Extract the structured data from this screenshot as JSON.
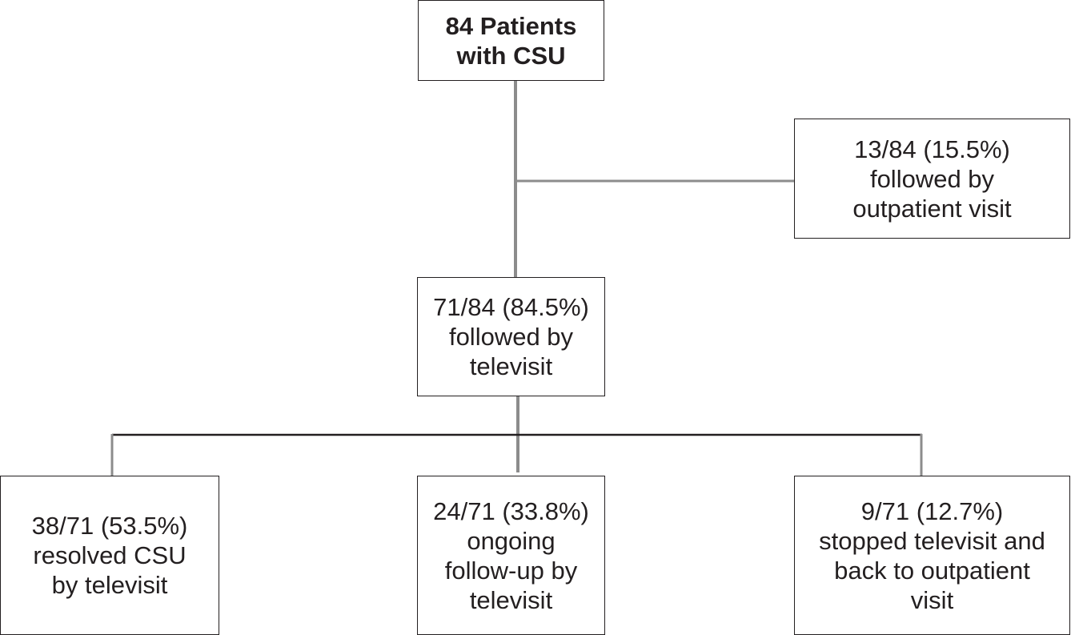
{
  "diagram": {
    "root": {
      "lines": [
        "84 Patients",
        "with CSU"
      ]
    },
    "outpatient_branch": {
      "lines": [
        "13/84 (15.5%)",
        "followed by",
        "outpatient visit"
      ]
    },
    "televisit_branch": {
      "lines": [
        "71/84 (84.5%)",
        "followed by",
        "televisit"
      ]
    },
    "outcomes": [
      {
        "lines": [
          "38/71 (53.5%)",
          "resolved CSU",
          "by televisit"
        ]
      },
      {
        "lines": [
          "24/71 (33.8%)",
          "ongoing",
          "follow-up by",
          "televisit"
        ]
      },
      {
        "lines": [
          "9/71 (12.7%)",
          "stopped televisit and",
          "back to outpatient",
          "visit"
        ]
      }
    ],
    "colors": {
      "box_border": "#231f20",
      "text": "#231f20",
      "connector_dark": "#231f20",
      "connector_gray": "#8c8c8c"
    }
  }
}
